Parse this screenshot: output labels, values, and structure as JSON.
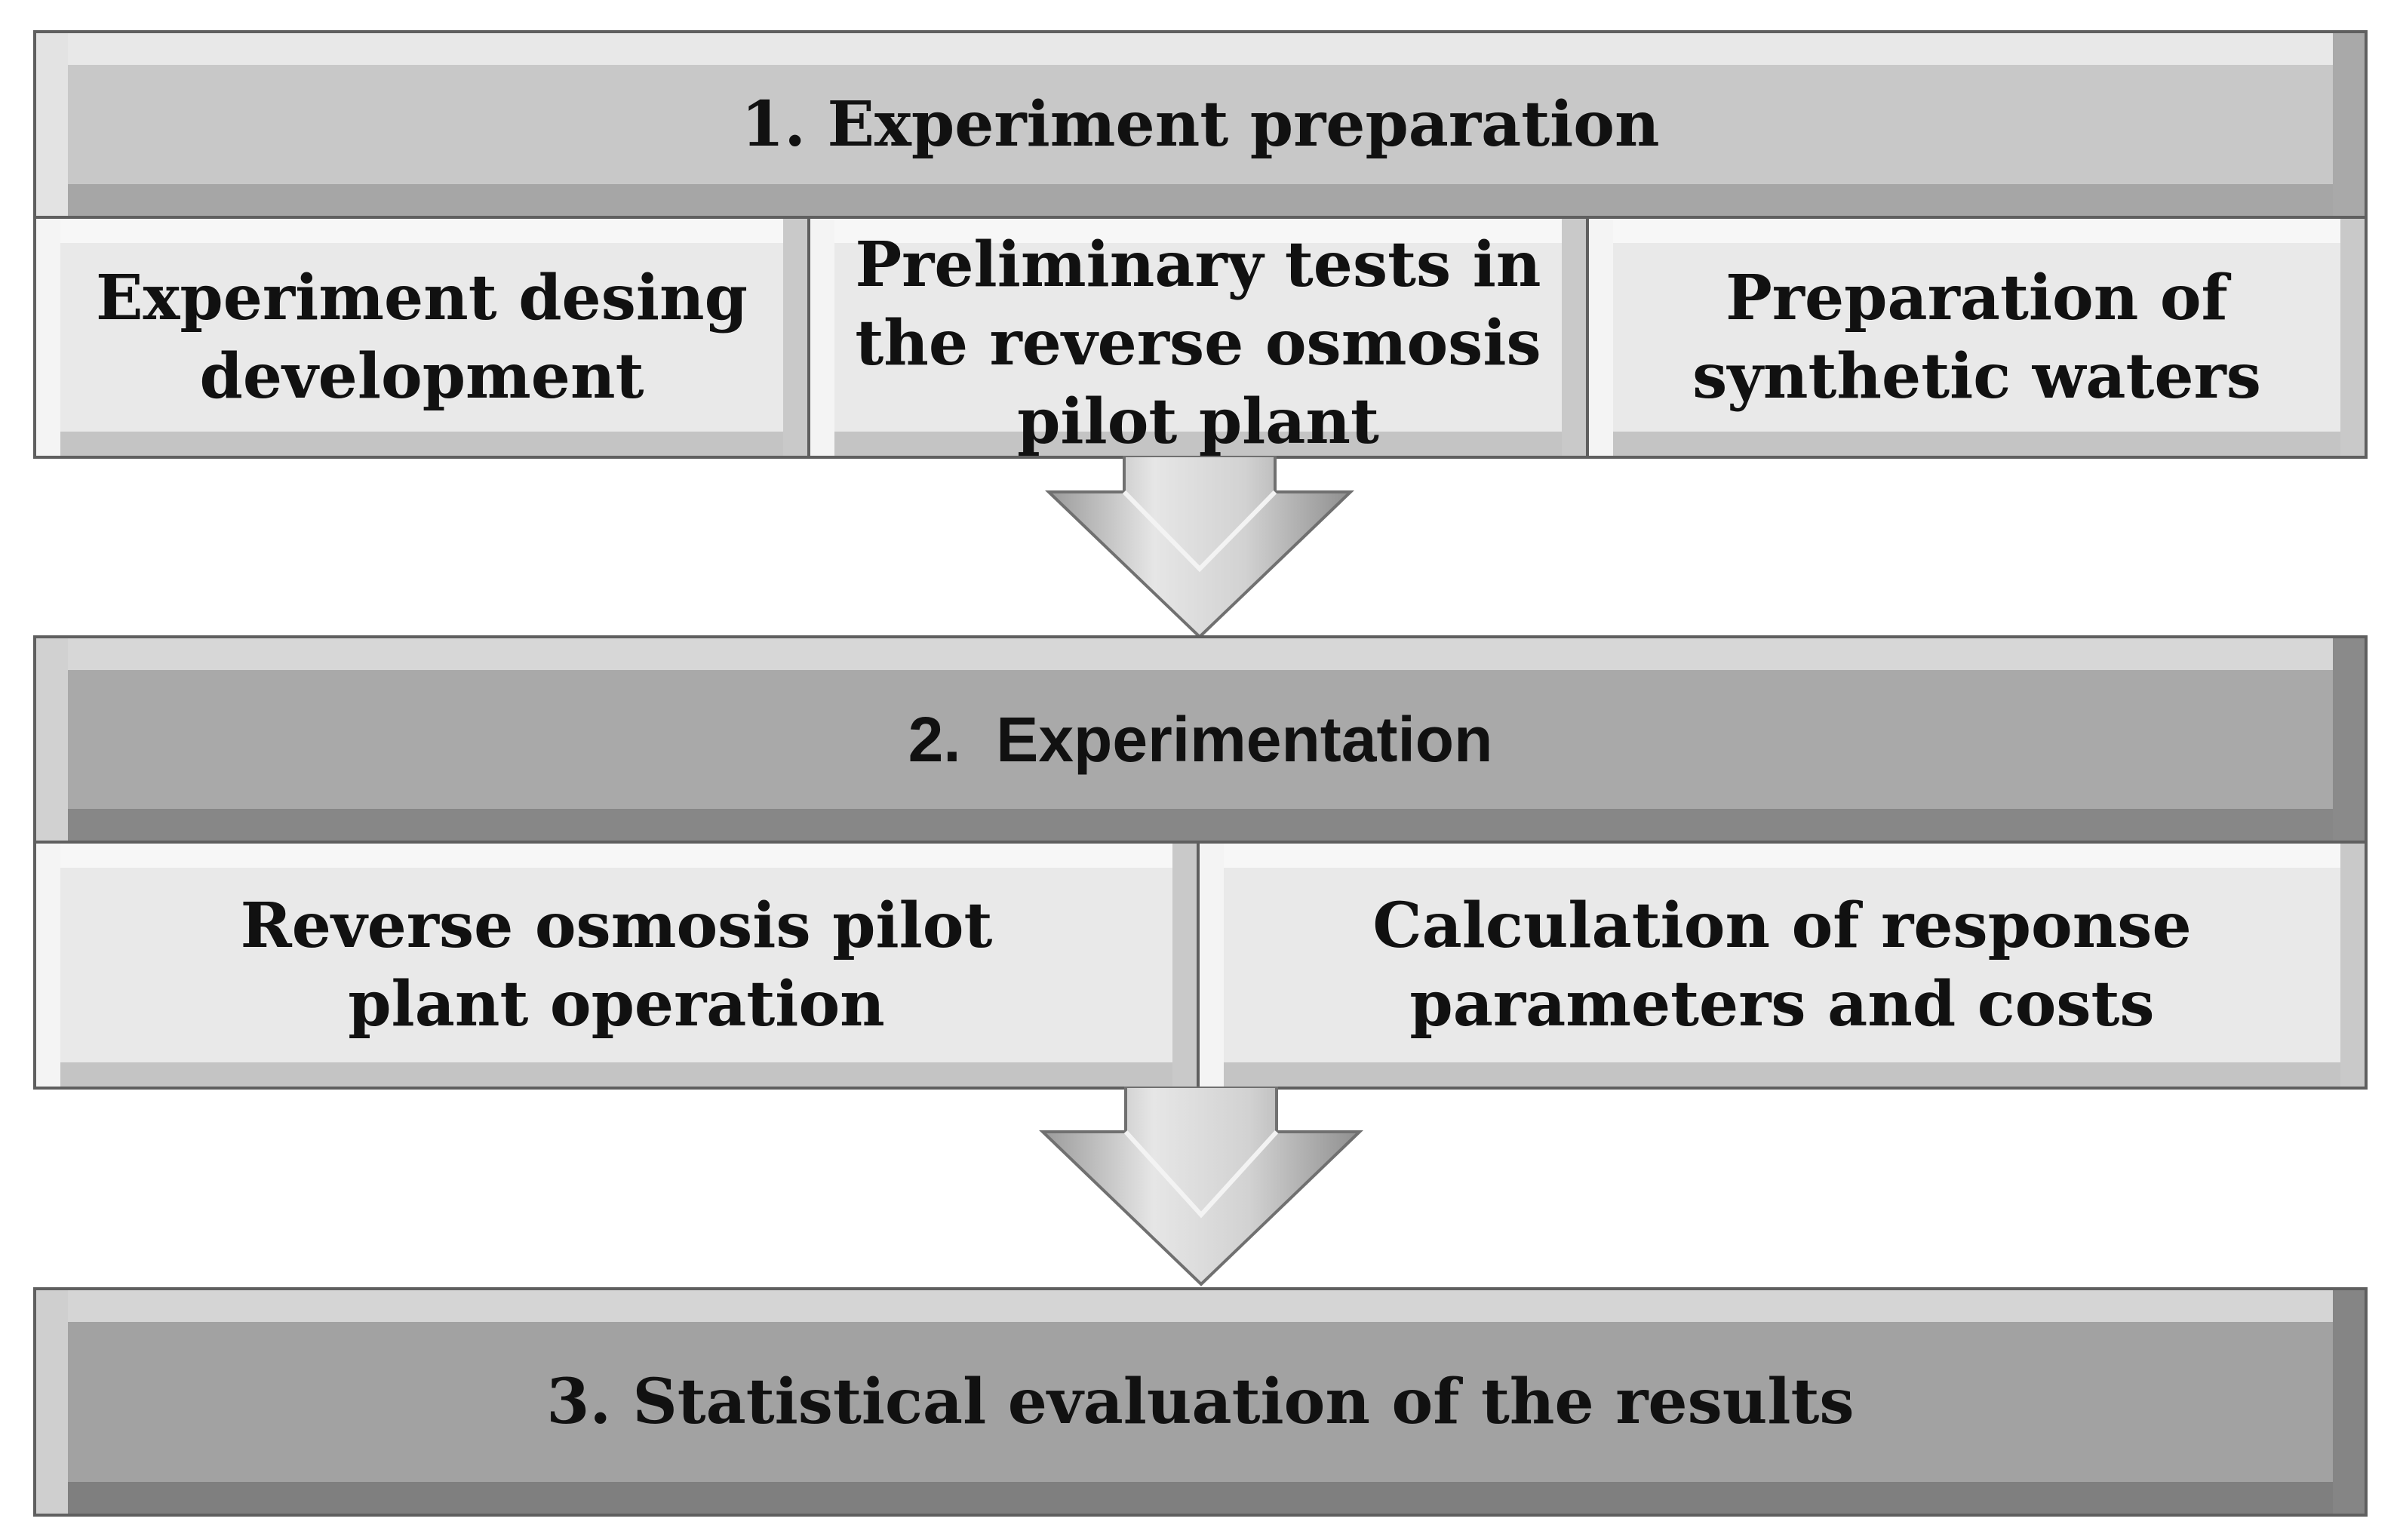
{
  "stage1": {
    "title": "1. Experiment preparation",
    "steps": [
      "Experiment desing development",
      "Preliminary tests in the reverse osmosis pilot plant",
      "Preparation of synthetic waters"
    ]
  },
  "stage2": {
    "title": "2.  Experimentation",
    "steps": [
      "Reverse osmosis pilot plant operation",
      "Calculation of response parameters and costs"
    ]
  },
  "stage3": {
    "title": "3. Statistical evaluation of the results"
  },
  "colors": {
    "stage1_header": "#c8c8c8",
    "stage2_header": "#a9a9a9",
    "stage3_header": "#a2a2a2",
    "step_box": "#e9e9e9",
    "arrow": "#bdbdbd"
  }
}
